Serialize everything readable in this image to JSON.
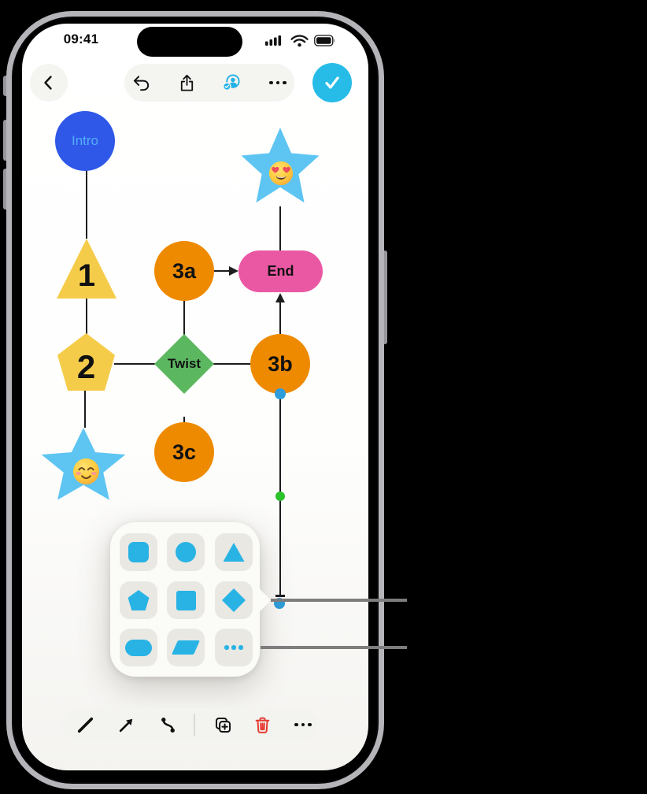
{
  "status_bar": {
    "time": "09:41"
  },
  "top_toolbar": {
    "icons": [
      "chevron-back",
      "undo-arrow",
      "share-up-arrow",
      "collaborate-person-check",
      "ellipsis",
      "done-checkmark"
    ],
    "done_color": "#27BCE8",
    "collaborate_color": "#1FB2E6"
  },
  "flowchart": {
    "nodes": {
      "intro": {
        "label": "Intro",
        "shape": "circle",
        "fill": "#2F58E8",
        "label_color": "#54ADF7"
      },
      "step1": {
        "label": "1",
        "shape": "triangle",
        "fill": "#F5CC49"
      },
      "step2": {
        "label": "2",
        "shape": "pentagon",
        "fill": "#F5CC49"
      },
      "step3a": {
        "label": "3a",
        "shape": "circle",
        "fill": "#EE8A00"
      },
      "step3b": {
        "label": "3b",
        "shape": "circle",
        "fill": "#EE8A00"
      },
      "step3c": {
        "label": "3c",
        "shape": "circle",
        "fill": "#EE8A00"
      },
      "twist": {
        "label": "Twist",
        "shape": "diamond",
        "fill": "#5CB860"
      },
      "end": {
        "label": "End",
        "shape": "rounded-rectangle",
        "fill": "#EA58A4"
      },
      "star_top": {
        "label": "",
        "shape": "star",
        "fill": "#5EC5F3",
        "emoji": "heart-eyes-face"
      },
      "star_bottom": {
        "label": "",
        "shape": "star",
        "fill": "#5EC5F3",
        "emoji": "smiling-blush-face"
      }
    },
    "edges": [
      {
        "from": "intro",
        "to": "step1",
        "arrow": false
      },
      {
        "from": "step1",
        "to": "step2",
        "arrow": false
      },
      {
        "from": "step2",
        "to": "star_bottom",
        "arrow": false
      },
      {
        "from": "step2",
        "to": "twist",
        "arrow": false
      },
      {
        "from": "step3a",
        "to": "twist",
        "arrow": false
      },
      {
        "from": "twist",
        "to": "step3b",
        "arrow": false
      },
      {
        "from": "twist",
        "to": "step3c",
        "arrow": false
      },
      {
        "from": "step3a",
        "to": "end",
        "arrow": true
      },
      {
        "from": "step3b",
        "to": "end",
        "arrow": true
      },
      {
        "from": "star_top",
        "to": "end",
        "arrow": false
      }
    ],
    "selected_connector": {
      "from": "step3b",
      "start_handle_color": "#2D9CDB",
      "mid_handle_color": "#2BC22B",
      "end_handle_color": "#2D9CDB"
    }
  },
  "shape_picker": {
    "accent": "#29B3E5",
    "shapes": [
      "rounded-square",
      "circle",
      "triangle",
      "pentagon",
      "square",
      "diamond",
      "oval",
      "parallelogram",
      "more-shapes"
    ]
  },
  "bottom_toolbar": {
    "tools": [
      "line",
      "arrow",
      "connector",
      "duplicate",
      "delete",
      "more"
    ],
    "delete_color": "#E53B30"
  },
  "figure": {
    "callout_line_color": "#7D7D7D",
    "callout_line_count": 2
  }
}
